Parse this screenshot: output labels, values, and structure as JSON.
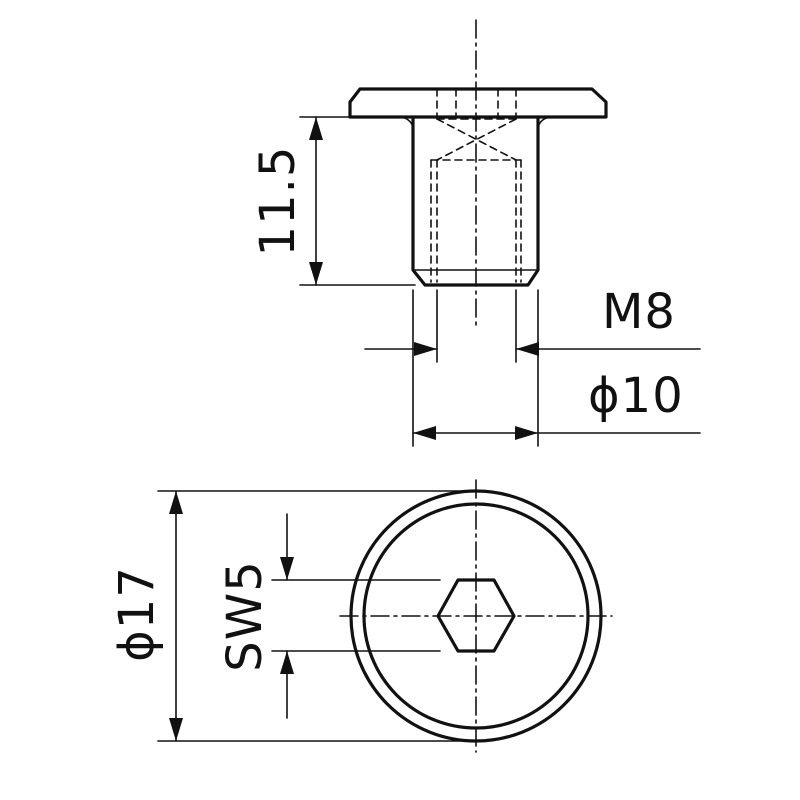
{
  "dimensions": {
    "shank_length": "11.5",
    "thread": "M8",
    "shank_diameter": "ϕ10",
    "head_diameter": "ϕ17",
    "hex_socket": "SW5"
  }
}
